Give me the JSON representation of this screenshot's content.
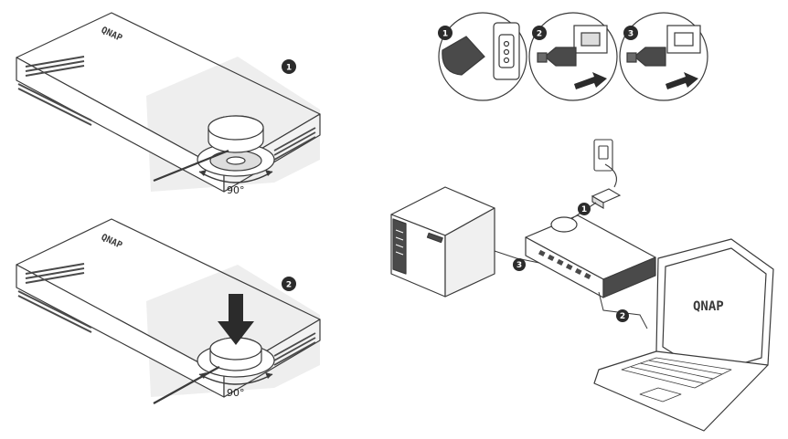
{
  "brand": "QNAP",
  "colors": {
    "outline": "#3a3a3a",
    "body": "#ffffff",
    "shade": "#e6e6e6",
    "dark": "#4a4a4a",
    "step": "#2b2b2b",
    "highlight": "#eeeeee"
  },
  "top_figure": {
    "step": "1",
    "angle": "90°"
  },
  "bottom_figure": {
    "step": "2",
    "angle": "90°"
  },
  "connectors": [
    {
      "step": "1",
      "icon": "power-plug-icon"
    },
    {
      "step": "2",
      "icon": "ethernet-plug-icon"
    },
    {
      "step": "3",
      "icon": "ethernet-plug-icon"
    }
  ],
  "network": {
    "power_step": "1",
    "laptop_step": "2",
    "nas_step": "3"
  }
}
